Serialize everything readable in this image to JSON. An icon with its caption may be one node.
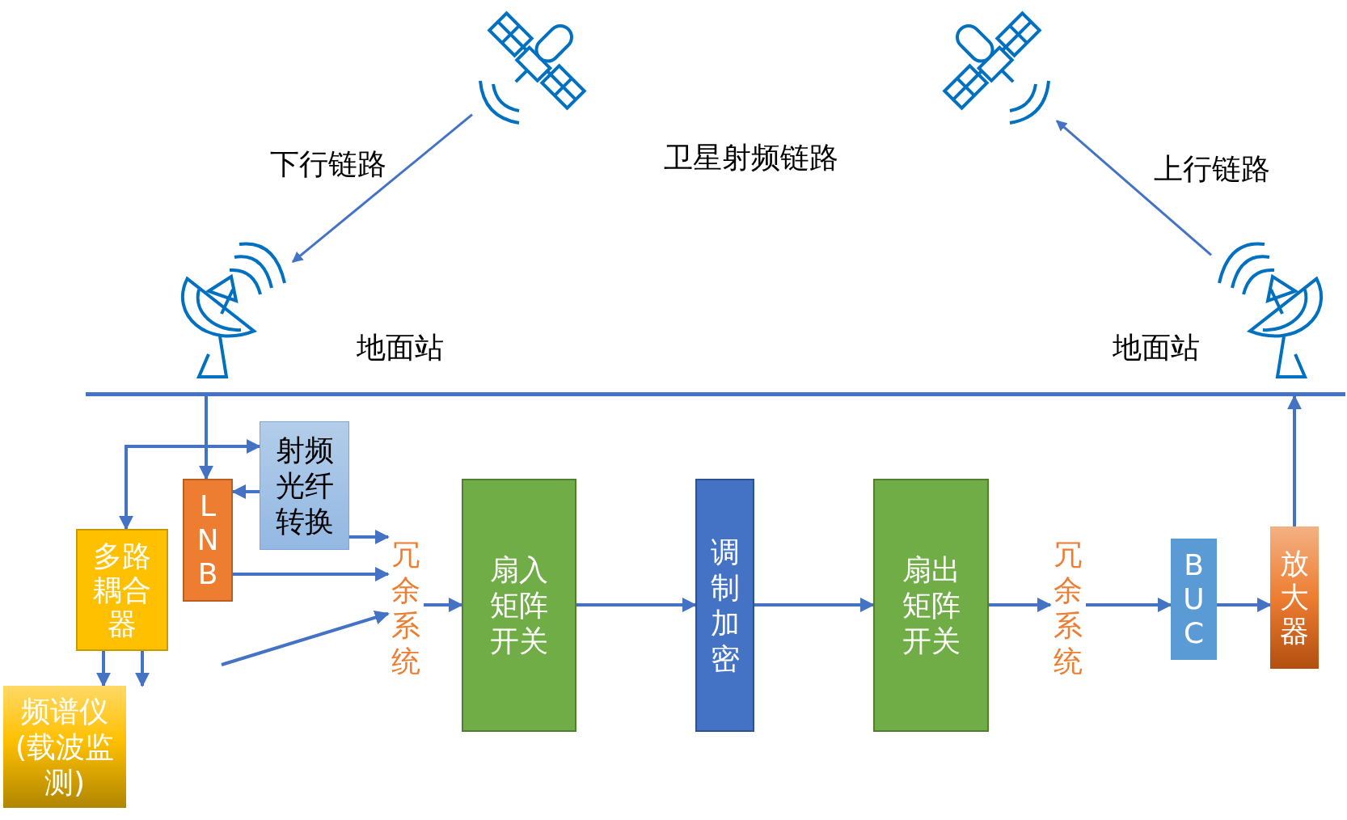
{
  "diagram": {
    "nodes": [
      {
        "text": [],
        "shape": "satellite"
      },
      {
        "text": [],
        "shape": "satellite"
      },
      {
        "text": [],
        "shape": "antenna"
      },
      {
        "text": [],
        "shape": "antenna"
      },
      {
        "text": [],
        "shape": "bar"
      },
      {
        "text": [
          "射频光纤转换"
        ]
      },
      {
        "text": [
          "LNB"
        ]
      },
      {
        "text": [
          "多路耦合器"
        ]
      },
      {
        "text": [
          "频谱仪(载波监测)"
        ]
      },
      {
        "text": [
          "冗余系统"
        ]
      },
      {
        "text": [
          "扇入矩阵开关"
        ]
      },
      {
        "text": [
          "调制加密"
        ]
      },
      {
        "text": [
          "扇出矩阵开关"
        ]
      },
      {
        "text": [
          "冗余系统"
        ]
      },
      {
        "text": [
          "BUC"
        ]
      },
      {
        "text": [
          "放大器"
        ]
      }
    ],
    "edges": [
      {
        "from": 0,
        "to": 2,
        "arrow": "to",
        "label": "下行链路"
      },
      {
        "from": 3,
        "to": 1,
        "arrow": "to",
        "label": "上行链路"
      },
      {
        "from": 4,
        "to": 6,
        "arrow": "to"
      },
      {
        "from": 7,
        "to": 5,
        "arrow": "both"
      },
      {
        "from": 5,
        "to": 6,
        "arrow": "to"
      },
      {
        "from": 5,
        "to": 9,
        "arrow": "to"
      },
      {
        "from": 6,
        "to": 9,
        "arrow": "to"
      },
      {
        "from": null,
        "to": 9,
        "arrow": "to"
      },
      {
        "from": 9,
        "to": 10,
        "arrow": "to"
      },
      {
        "from": 10,
        "to": 11,
        "arrow": "to"
      },
      {
        "from": 11,
        "to": 12,
        "arrow": "to"
      },
      {
        "from": 12,
        "to": 13,
        "arrow": "to"
      },
      {
        "from": 13,
        "to": 14,
        "arrow": "to"
      },
      {
        "from": 14,
        "to": 15,
        "arrow": "to"
      },
      {
        "from": 15,
        "to": 4,
        "arrow": "to"
      },
      {
        "from": 7,
        "to": 8,
        "arrow": "to"
      },
      {
        "from": 7,
        "to": 8,
        "arrow": "to"
      }
    ],
    "labels": [
      "卫星射频链路",
      "地面站",
      "地面站"
    ]
  }
}
